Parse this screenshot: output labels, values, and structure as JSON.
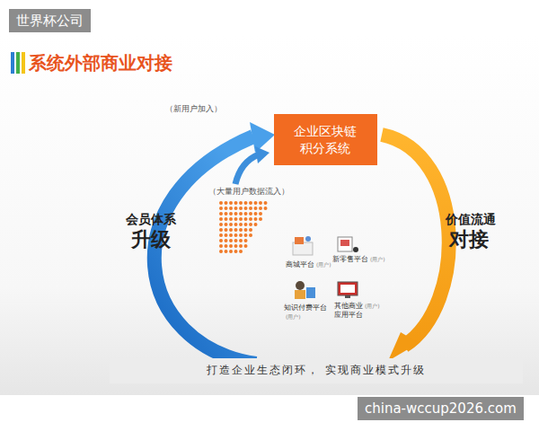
{
  "diagram": {
    "title": "系统外部商业对接",
    "nodes": [
      {
        "text": [
          "企业区块链 积分系统"
        ]
      },
      {
        "text": [
          "打造企业生态闭环， 实现商业模式升级"
        ]
      }
    ],
    "labels": [
      "世界杯公司",
      "（新用户加入）",
      "会员体系",
      "升级",
      "（大量用户数据流入）",
      "价值流通",
      "对接",
      "商城平台",
      "(用户)",
      "新零售平台",
      "(用户)",
      "知识付费平台",
      "(用户)",
      "其他商业应用平台",
      "(用户)",
      "china-wccup2026.com"
    ]
  }
}
